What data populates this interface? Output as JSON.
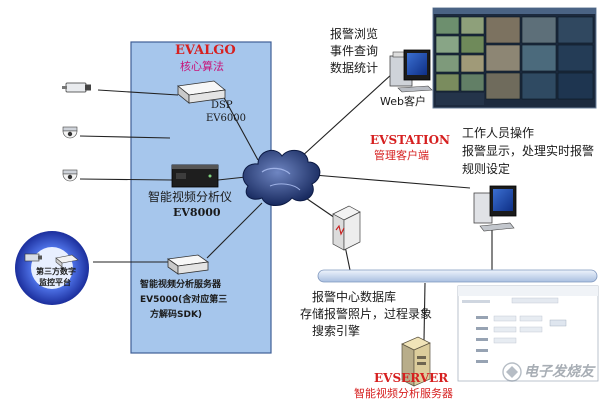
{
  "core": {
    "name": "EVALGO",
    "subtitle": "核心算法"
  },
  "dsp": {
    "line1": "DSP",
    "line2": "EV6000"
  },
  "analyzer": {
    "line1": "智能视频分析仪",
    "line2": "EV8000"
  },
  "analysis_server": {
    "line1": "智能视频分析服务器",
    "line2": "EV5000(含对应第三",
    "line3": "方解码SDK)"
  },
  "third_party": {
    "line1": "第三方数字",
    "line2": "监控平台"
  },
  "web_client": {
    "feature1": "报警浏览",
    "feature2": "事件查询",
    "feature3": "数据统计",
    "label": "Web客户"
  },
  "evstation": {
    "name": "EVSTATION",
    "subtitle": "管理客户端",
    "desc1": "工作人员操作",
    "desc2": "报警显示，处理实时报警",
    "desc3": "规则设定"
  },
  "database": {
    "line1": "报警中心数据库",
    "line2": "存储报警照片，过程录象",
    "line3": "搜索引擎"
  },
  "evserver": {
    "name": "EVSERVER",
    "subtitle": "智能视频分析服务器"
  },
  "watermark": "电子发烧友",
  "colors": {
    "panel_fill": "#a6c6ec",
    "panel_stroke": "#3f5f96",
    "accent_red": "#d62020",
    "subtitle_magenta": "#c8147a",
    "cloud": "#2a3f7a",
    "ring": "#1e2c9a",
    "bus": "#c8d8ef"
  }
}
